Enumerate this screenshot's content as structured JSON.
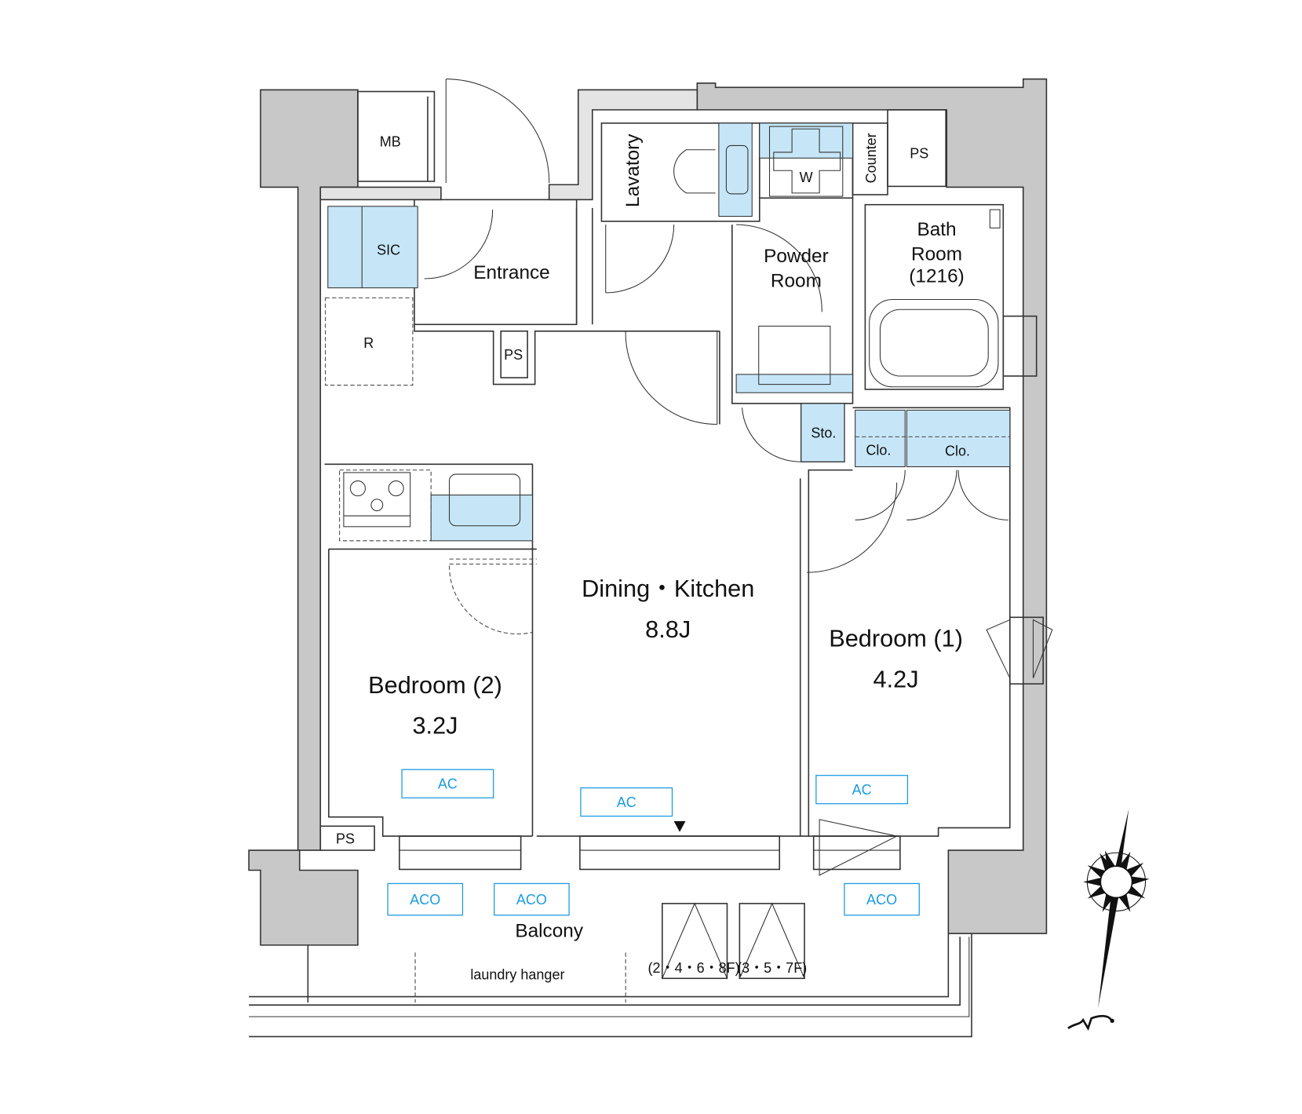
{
  "plan": {
    "rooms": {
      "mb": "MB",
      "entrance": "Entrance",
      "sic": "SIC",
      "refrigerator": "R",
      "ps_hall": "PS",
      "lavatory": "Lavatory",
      "washer": "W",
      "counter": "Counter",
      "ps_top": "PS",
      "powder_room_1": "Powder",
      "powder_room_2": "Room",
      "bath_1": "Bath",
      "bath_2": "Room",
      "bath_3": "(1216)",
      "storage": "Sto.",
      "closet_1": "Clo.",
      "closet_2": "Clo.",
      "dining_kitchen": "Dining・Kitchen",
      "dining_kitchen_size": "8.8J",
      "bedroom1": "Bedroom (1)",
      "bedroom1_size": "4.2J",
      "bedroom2": "Bedroom (2)",
      "bedroom2_size": "3.2J",
      "ps_bottom": "PS",
      "balcony": "Balcony",
      "laundry_hanger": "laundry hanger",
      "floors_even": "(2・4・6・8F)",
      "floors_odd": "(3・5・7F)"
    },
    "ac_units": [
      "AC",
      "AC",
      "AC"
    ],
    "aco_units": [
      "ACO",
      "ACO",
      "ACO"
    ],
    "compass_icon": "north-arrow-icon",
    "colors": {
      "fixture_fill": "#c6e6f8",
      "ac_blue": "#1a9be0",
      "wall_gray": "#c8c8c8"
    }
  }
}
